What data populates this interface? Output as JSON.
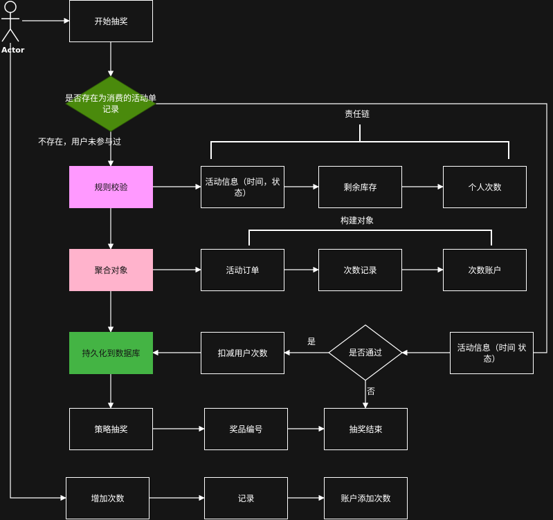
{
  "actor": {
    "label": "Actor"
  },
  "nodes": {
    "start": "开始抽奖",
    "exists_check": "是否存在为消费的活动单记录",
    "rule_check": "规则校验",
    "activity_info": "活动信息（时间，状态）",
    "remaining_stock": "剩余库存",
    "personal_count": "个人次数",
    "aggregate_object": "聚合对象",
    "activity_order": "活动订单",
    "count_record": "次数记录",
    "count_account": "次数账户",
    "persist_db": "持久化到数据库",
    "deduct_user_count": "扣减用户次数",
    "pass_check": "是否通过",
    "activity_info_2": "活动信息（时间 状态）",
    "strategy_draw": "策略抽奖",
    "prize_number": "奖品编号",
    "draw_end": "抽奖结束",
    "add_count": "增加次数",
    "record": "记录",
    "account_add_count": "账户添加次数"
  },
  "labels": {
    "not_exists": "不存在，用户未参与过",
    "responsibility_chain": "责任链",
    "build_object": "构建对象",
    "yes": "是",
    "no": "否"
  },
  "colors": {
    "background": "#151515",
    "line": "#ffffff",
    "diamond_green": "#4a8a0c",
    "rule_check": "#ff99ff",
    "aggregate": "#ffb3cc",
    "persist": "#44b444"
  }
}
